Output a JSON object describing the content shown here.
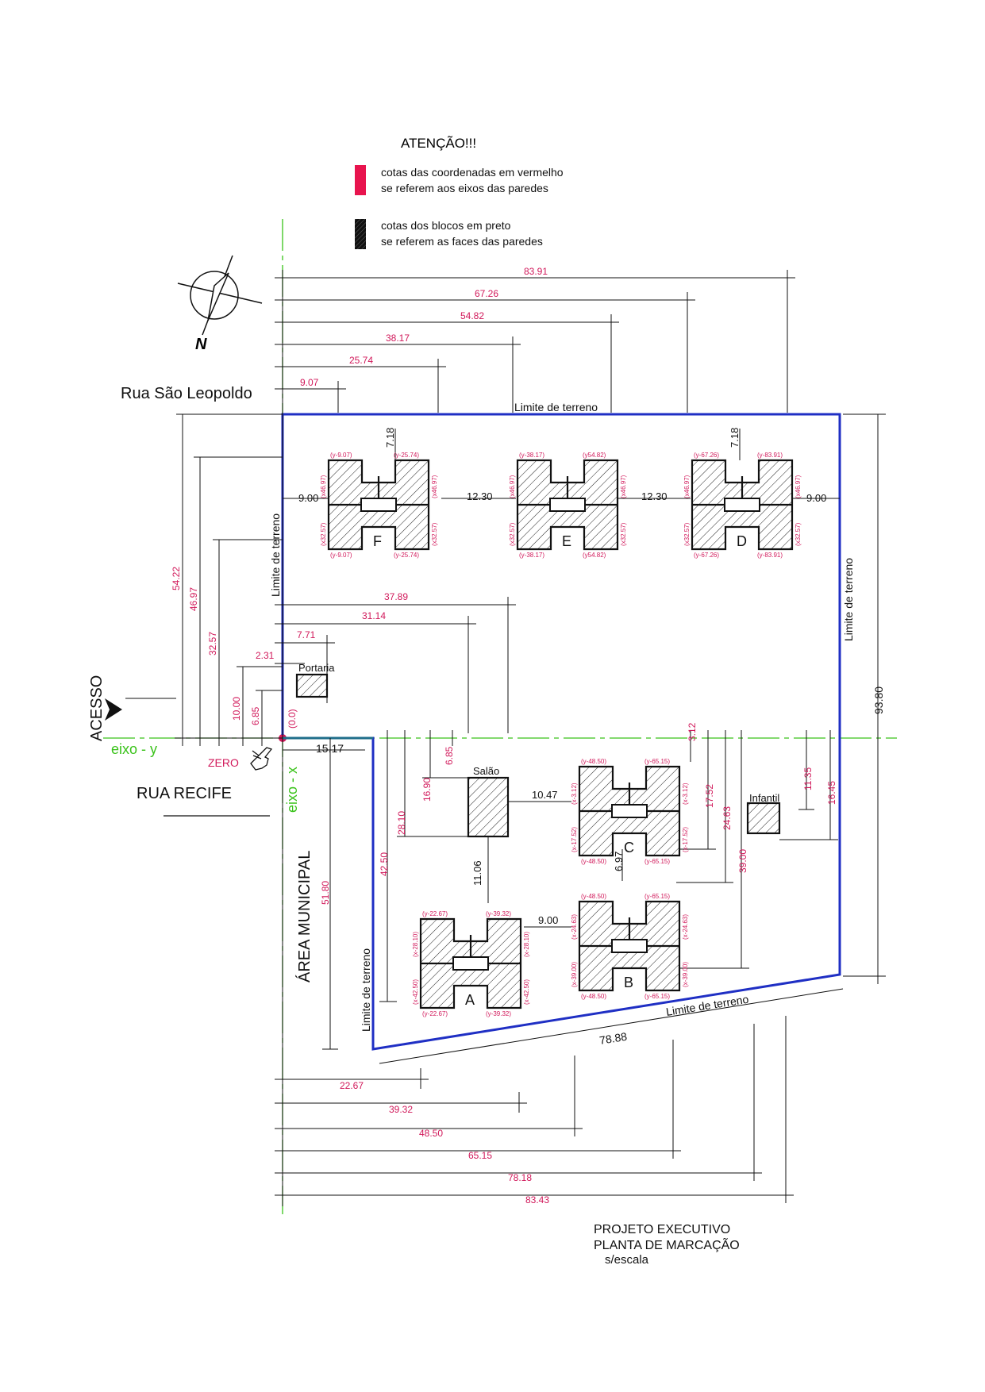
{
  "attention": {
    "title": "ATENÇÃO!!!",
    "red_line1": "cotas das coordenadas em vermelho",
    "red_line2": "se referem aos eixos das paredes",
    "black_line1": "cotas dos blocos em preto",
    "black_line2": "se referem as faces das paredes"
  },
  "colors": {
    "coord_red": "#d1185a",
    "boundary_blue": "#1f2fc4",
    "axis_green": "#39c219"
  },
  "labels": {
    "north": "N",
    "rua_sao_leopoldo": "Rua São Leopoldo",
    "rua_recife": "RUA RECIFE",
    "acesso": "ACESSO",
    "eixo_y": "eixo - y",
    "eixo_x": "eixo - x",
    "zero": "ZERO",
    "origin": "(0.0)",
    "area_municipal": "ÁREA MUNICIPAL",
    "limite": "Limite de terreno",
    "portaria": "Portaria",
    "salao": "Salão",
    "infantil": "Infantil"
  },
  "top_dims": [
    "83.91",
    "67.26",
    "54.82",
    "38.17",
    "25.74",
    "9.07"
  ],
  "left_dims": [
    "54.22",
    "46.97",
    "32.57",
    "10.00",
    "6.85"
  ],
  "portaria_dims": [
    "37.89",
    "31.14",
    "7.71",
    "2.31"
  ],
  "bottom_dims": [
    "22.67",
    "39.32",
    "48.50",
    "65.15",
    "78.18",
    "83.43"
  ],
  "misc_dims": {
    "d_15_17": "15.17",
    "d_42_50": "42.50",
    "d_51_80": "51.80",
    "d_28_10": "28.10",
    "d_16_90": "16.90",
    "d_6_85": "6.85",
    "d_11_06": "11.06",
    "d_10_47": "10.47",
    "d_6_97": "6.97",
    "d_9_00": "9.00",
    "d_12_30": "12.30",
    "d_7_18": "7.18",
    "d_3_12": "3.12",
    "d_17_52": "17.52",
    "d_24_63": "24.63",
    "d_39_00": "39.00",
    "d_11_35": "11.35",
    "d_16_45": "16.45",
    "d_93_80": "93.80",
    "d_78_88": "78.88"
  },
  "blocks": {
    "F": {
      "letter": "F",
      "tl": "(y-9.07)",
      "tr": "(y-25.74)",
      "bl": "(y-9.07)",
      "br": "(y-25.74)",
      "lt": "(x46.97)",
      "lb": "(x32.57)",
      "rt": "(x46.97)",
      "rb": "(x32.57)"
    },
    "E": {
      "letter": "E",
      "tl": "(y-38.17)",
      "tr": "(y54.82)",
      "bl": "(y-38.17)",
      "br": "(y54.82)",
      "lt": "(x46.97)",
      "lb": "(x32.57)",
      "rt": "(x46.97)",
      "rb": "(x32.57)"
    },
    "D": {
      "letter": "D",
      "tl": "(y-67.26)",
      "tr": "(y-83.91)",
      "bl": "(y-67.26)",
      "br": "(y-83.91)",
      "lt": "(x46.97)",
      "lb": "(x32.57)",
      "rt": "(x46.97)",
      "rb": "(x32.57)"
    },
    "C": {
      "letter": "C",
      "tl": "(y-48.50)",
      "tr": "(y-65.15)",
      "bl": "(y-48.50)",
      "br": "(y-65.15)",
      "lt": "(x-3.12)",
      "lb": "(x-17.52)",
      "rt": "(x-3.12)",
      "rb": "(x-17.52)"
    },
    "B": {
      "letter": "B",
      "tl": "(y-48.50)",
      "tr": "(y-65.15)",
      "bl": "(y-48.50)",
      "br": "(y-65.15)",
      "lt": "(x-24.63)",
      "lb": "(x-39.00)",
      "rt": "(x-24.63)",
      "rb": "(x-39.00)"
    },
    "A": {
      "letter": "A",
      "tl": "(y-22.67)",
      "tr": "(y-39.32)",
      "bl": "(y-22.67)",
      "br": "(y-39.32)",
      "lt": "(x-28.10)",
      "lb": "(x-42.50)",
      "rt": "(x-28.10)",
      "rb": "(x-42.50)"
    }
  },
  "title_block": {
    "line1": "PROJETO EXECUTIVO",
    "line2": "PLANTA DE MARCAÇÃO",
    "line3": "s/escala"
  }
}
